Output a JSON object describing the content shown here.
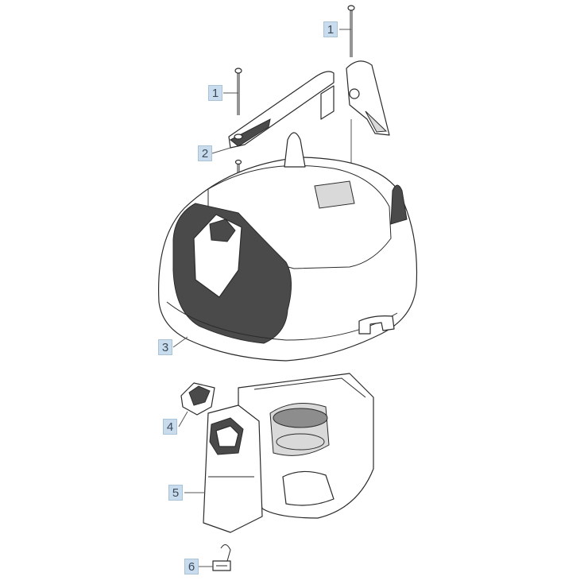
{
  "callouts": [
    {
      "id": "callout-1-top",
      "text": "1"
    },
    {
      "id": "callout-1-left",
      "text": "1"
    },
    {
      "id": "callout-2",
      "text": "2"
    },
    {
      "id": "callout-3",
      "text": "3"
    },
    {
      "id": "callout-4",
      "text": "4"
    },
    {
      "id": "callout-5",
      "text": "5"
    },
    {
      "id": "callout-6",
      "text": "6"
    }
  ],
  "colors": {
    "callout_fill": "#c8dced",
    "line": "#2b2b2b",
    "dark_fill": "#4a4a4a"
  }
}
